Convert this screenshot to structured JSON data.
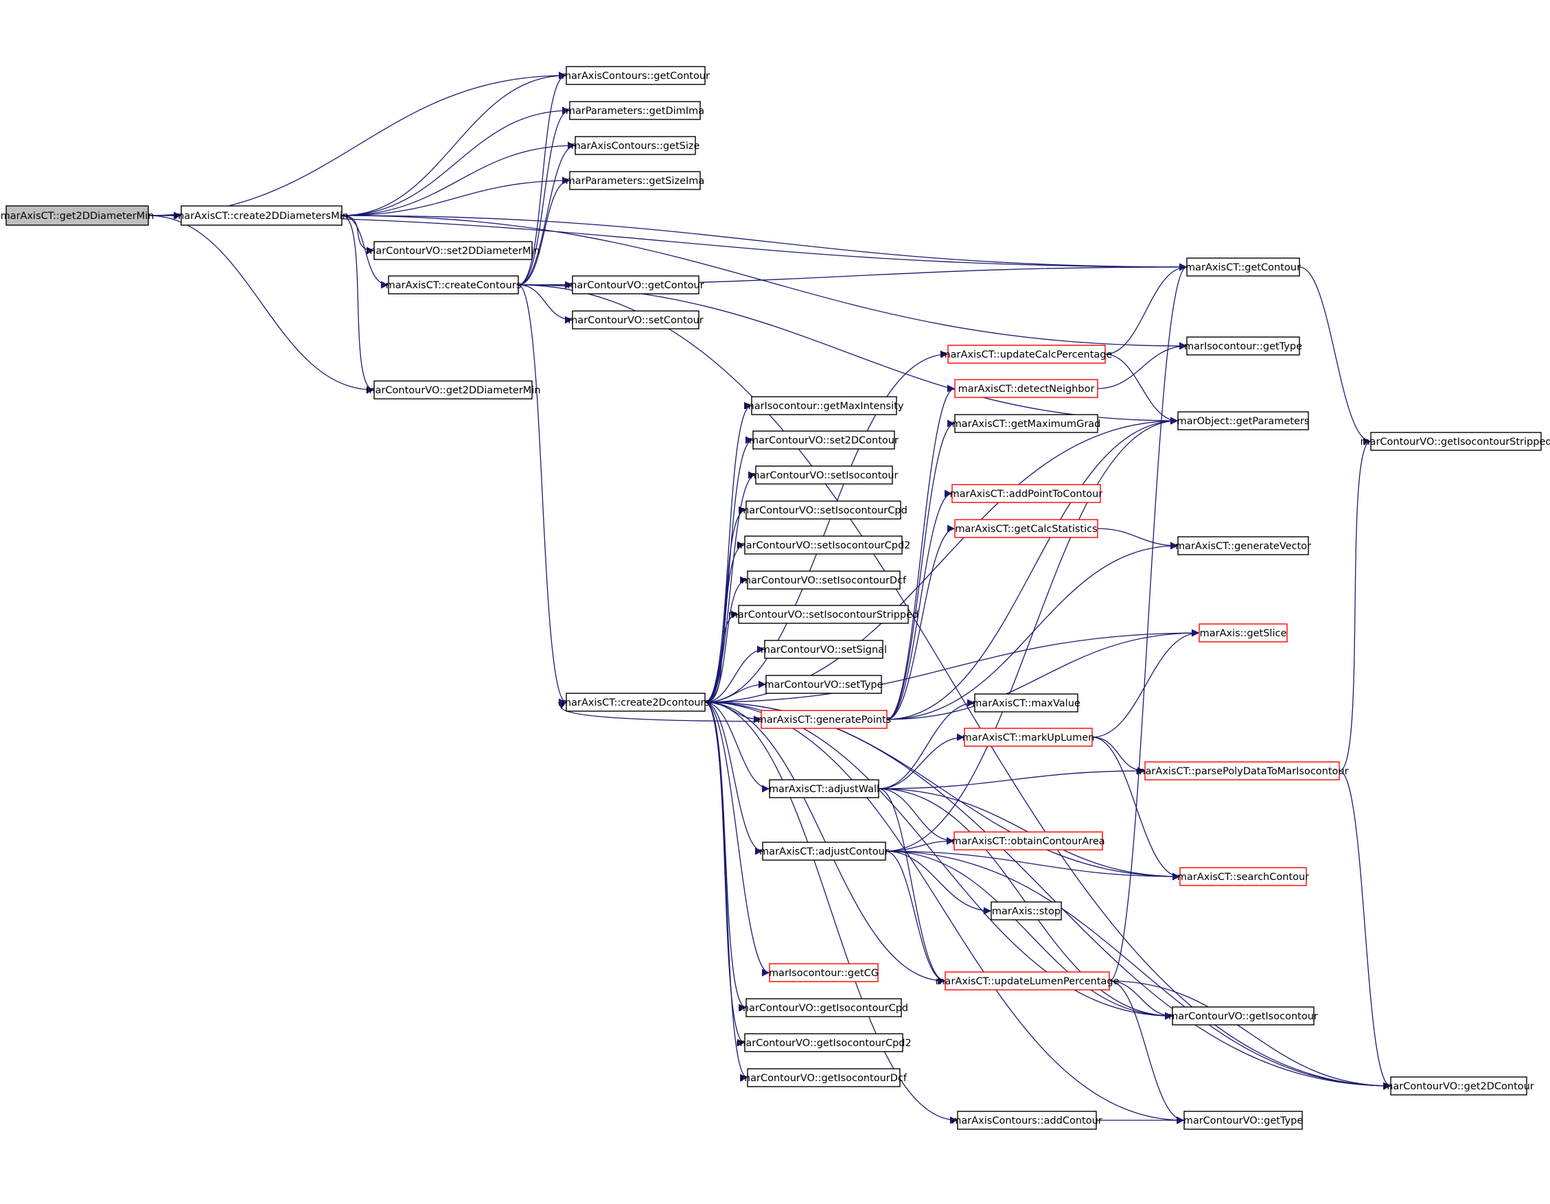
{
  "graph": {
    "edge_color": "#191970",
    "node_border_color": "#000000",
    "truncated_node_border_color": "#ff0000",
    "root_fill_color": "#bfbfbf",
    "nodes": [
      {
        "id": "n0",
        "label": "marAxisCT::get2DDiameterMin",
        "kind": "root"
      },
      {
        "id": "n1",
        "label": "marAxisCT::create2DDiametersMin",
        "kind": "normal"
      },
      {
        "id": "n2",
        "label": "marAxisContours::getContour",
        "kind": "normal"
      },
      {
        "id": "n3",
        "label": "marParameters::getDimIma",
        "kind": "normal"
      },
      {
        "id": "n4",
        "label": "marAxisContours::getSize",
        "kind": "normal"
      },
      {
        "id": "n5",
        "label": "marParameters::getSizeIma",
        "kind": "normal"
      },
      {
        "id": "n6",
        "label": "marContourVO::set2DDiameterMin",
        "kind": "normal"
      },
      {
        "id": "n7",
        "label": "marAxisCT::createContours",
        "kind": "normal"
      },
      {
        "id": "n8",
        "label": "marContourVO::getContour",
        "kind": "normal"
      },
      {
        "id": "n9",
        "label": "marContourVO::setContour",
        "kind": "normal"
      },
      {
        "id": "n10",
        "label": "marContourVO::get2DDiameterMin",
        "kind": "normal"
      },
      {
        "id": "n11",
        "label": "marAxisCT::create2Dcontours",
        "kind": "normal"
      },
      {
        "id": "n12",
        "label": "marIsocontour::getMaxIntensity",
        "kind": "normal"
      },
      {
        "id": "n13",
        "label": "marContourVO::set2DContour",
        "kind": "normal"
      },
      {
        "id": "n14",
        "label": "marContourVO::setIsocontour",
        "kind": "normal"
      },
      {
        "id": "n15",
        "label": "marContourVO::setIsocontourCpd",
        "kind": "normal"
      },
      {
        "id": "n16",
        "label": "marContourVO::setIsocontourCpd2",
        "kind": "normal"
      },
      {
        "id": "n17",
        "label": "marContourVO::setIsocontourDcf",
        "kind": "normal"
      },
      {
        "id": "n18",
        "label": "marContourVO::setIsocontourStripped",
        "kind": "normal"
      },
      {
        "id": "n19",
        "label": "marContourVO::setSignal",
        "kind": "normal"
      },
      {
        "id": "n20",
        "label": "marContourVO::setType",
        "kind": "normal"
      },
      {
        "id": "n21",
        "label": "marAxisCT::generatePoints",
        "kind": "truncated"
      },
      {
        "id": "n22",
        "label": "marAxisCT::adjustWall",
        "kind": "normal"
      },
      {
        "id": "n23",
        "label": "marAxisCT::adjustContour",
        "kind": "normal"
      },
      {
        "id": "n24",
        "label": "marIsocontour::getCG",
        "kind": "truncated"
      },
      {
        "id": "n25",
        "label": "marContourVO::getIsocontourCpd",
        "kind": "normal"
      },
      {
        "id": "n26",
        "label": "marContourVO::getIsocontourCpd2",
        "kind": "normal"
      },
      {
        "id": "n27",
        "label": "marContourVO::getIsocontourDcf",
        "kind": "normal"
      },
      {
        "id": "n28",
        "label": "marAxisCT::updateCalcPercentage",
        "kind": "truncated"
      },
      {
        "id": "n29",
        "label": "marAxisCT::detectNeighbor",
        "kind": "truncated"
      },
      {
        "id": "n30",
        "label": "marAxisCT::getMaximumGrad",
        "kind": "normal"
      },
      {
        "id": "n31",
        "label": "marAxisCT::addPointToContour",
        "kind": "truncated"
      },
      {
        "id": "n32",
        "label": "marAxisCT::getCalcStatistics",
        "kind": "truncated"
      },
      {
        "id": "n33",
        "label": "marAxisCT::maxValue",
        "kind": "normal"
      },
      {
        "id": "n34",
        "label": "marAxisCT::markUpLumen",
        "kind": "truncated"
      },
      {
        "id": "n35",
        "label": "marAxisCT::obtainContourArea",
        "kind": "truncated"
      },
      {
        "id": "n36",
        "label": "marAxis::stop",
        "kind": "normal"
      },
      {
        "id": "n37",
        "label": "marAxisCT::updateLumenPercentage",
        "kind": "truncated"
      },
      {
        "id": "n38",
        "label": "marAxisContours::addContour",
        "kind": "normal"
      },
      {
        "id": "n39",
        "label": "marAxisCT::getContour",
        "kind": "normal"
      },
      {
        "id": "n40",
        "label": "marIsocontour::getType",
        "kind": "normal"
      },
      {
        "id": "n41",
        "label": "marObject::getParameters",
        "kind": "normal"
      },
      {
        "id": "n42",
        "label": "marAxisCT::generateVector",
        "kind": "normal"
      },
      {
        "id": "n43",
        "label": "marAxis::getSlice",
        "kind": "truncated"
      },
      {
        "id": "n44",
        "label": "marAxisCT::parsePolyDataToMarIsocontour",
        "kind": "truncated"
      },
      {
        "id": "n45",
        "label": "marAxisCT::searchContour",
        "kind": "truncated"
      },
      {
        "id": "n46",
        "label": "marContourVO::getIsocontour",
        "kind": "normal"
      },
      {
        "id": "n47",
        "label": "marContourVO::getType",
        "kind": "normal"
      },
      {
        "id": "n48",
        "label": "marContourVO::getIsocontourStripped",
        "kind": "normal"
      },
      {
        "id": "n49",
        "label": "marContourVO::get2DContour",
        "kind": "normal"
      }
    ],
    "edges": [
      [
        "n0",
        "n1"
      ],
      [
        "n0",
        "n2"
      ],
      [
        "n0",
        "n10"
      ],
      [
        "n0",
        "n39"
      ],
      [
        "n1",
        "n2"
      ],
      [
        "n1",
        "n3"
      ],
      [
        "n1",
        "n4"
      ],
      [
        "n1",
        "n5"
      ],
      [
        "n1",
        "n6"
      ],
      [
        "n1",
        "n7"
      ],
      [
        "n1",
        "n10"
      ],
      [
        "n1",
        "n39"
      ],
      [
        "n1",
        "n40"
      ],
      [
        "n7",
        "n2"
      ],
      [
        "n7",
        "n3"
      ],
      [
        "n7",
        "n4"
      ],
      [
        "n7",
        "n5"
      ],
      [
        "n7",
        "n8"
      ],
      [
        "n7",
        "n9"
      ],
      [
        "n7",
        "n11"
      ],
      [
        "n7",
        "n39"
      ],
      [
        "n7",
        "n41"
      ],
      [
        "n7",
        "n49"
      ],
      [
        "n11",
        "n12"
      ],
      [
        "n11",
        "n13"
      ],
      [
        "n11",
        "n14"
      ],
      [
        "n11",
        "n15"
      ],
      [
        "n11",
        "n16"
      ],
      [
        "n11",
        "n17"
      ],
      [
        "n11",
        "n18"
      ],
      [
        "n11",
        "n19"
      ],
      [
        "n11",
        "n20"
      ],
      [
        "n11",
        "n21"
      ],
      [
        "n11",
        "n22"
      ],
      [
        "n11",
        "n23"
      ],
      [
        "n11",
        "n24"
      ],
      [
        "n11",
        "n25"
      ],
      [
        "n11",
        "n26"
      ],
      [
        "n11",
        "n27"
      ],
      [
        "n11",
        "n28"
      ],
      [
        "n11",
        "n38"
      ],
      [
        "n11",
        "n43"
      ],
      [
        "n11",
        "n46"
      ],
      [
        "n11",
        "n47"
      ],
      [
        "n11",
        "n49"
      ],
      [
        "n11",
        "n41"
      ],
      [
        "n11",
        "n37"
      ],
      [
        "n11",
        "n45"
      ],
      [
        "n21",
        "n11"
      ],
      [
        "n21",
        "n29"
      ],
      [
        "n21",
        "n30"
      ],
      [
        "n21",
        "n31"
      ],
      [
        "n21",
        "n32"
      ],
      [
        "n21",
        "n41"
      ],
      [
        "n21",
        "n42"
      ],
      [
        "n21",
        "n43"
      ],
      [
        "n22",
        "n33"
      ],
      [
        "n22",
        "n34"
      ],
      [
        "n22",
        "n35"
      ],
      [
        "n22",
        "n44"
      ],
      [
        "n22",
        "n45"
      ],
      [
        "n22",
        "n37"
      ],
      [
        "n22",
        "n46"
      ],
      [
        "n23",
        "n35"
      ],
      [
        "n23",
        "n36"
      ],
      [
        "n23",
        "n37"
      ],
      [
        "n23",
        "n41"
      ],
      [
        "n23",
        "n45"
      ],
      [
        "n23",
        "n46"
      ],
      [
        "n23",
        "n49"
      ],
      [
        "n28",
        "n39"
      ],
      [
        "n28",
        "n41"
      ],
      [
        "n29",
        "n40"
      ],
      [
        "n32",
        "n42"
      ],
      [
        "n34",
        "n43"
      ],
      [
        "n34",
        "n44"
      ],
      [
        "n34",
        "n45"
      ],
      [
        "n37",
        "n39"
      ],
      [
        "n37",
        "n46"
      ],
      [
        "n37",
        "n47"
      ],
      [
        "n37",
        "n49"
      ],
      [
        "n38",
        "n47"
      ],
      [
        "n44",
        "n48"
      ],
      [
        "n44",
        "n49"
      ],
      [
        "n39",
        "n48"
      ]
    ]
  }
}
